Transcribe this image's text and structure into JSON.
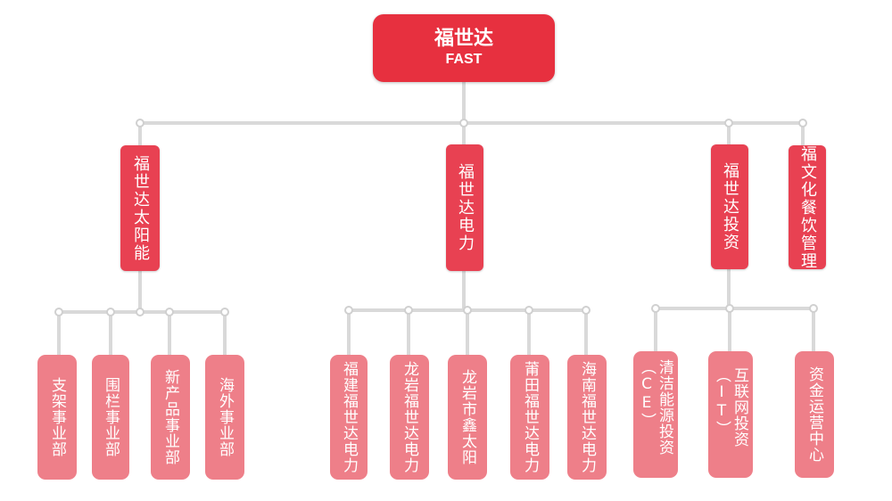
{
  "root": {
    "title": "福世达",
    "subtitle": "FAST"
  },
  "level1": [
    {
      "label": "福世达太阳能"
    },
    {
      "label": "福世达电力"
    },
    {
      "label": "福世达投资"
    },
    {
      "label": "福文化餐饮管理"
    }
  ],
  "level2": [
    {
      "label": "支架事业部"
    },
    {
      "label": "围栏事业部"
    },
    {
      "label": "新产品事业部"
    },
    {
      "label": "海外事业部"
    },
    {
      "label": "福建福世达电力"
    },
    {
      "label": "龙岩福世达电力"
    },
    {
      "label": "龙岩市鑫太阳"
    },
    {
      "label": "莆田福世达电力"
    },
    {
      "label": "海南福世达电力"
    },
    {
      "label": "清洁能源投资（CE）"
    },
    {
      "label": "互联网投资（IT）"
    },
    {
      "label": "资金运营中心"
    }
  ],
  "colors": {
    "root": "#e7303f",
    "level1": "#e84152",
    "level2": "#ee7f89",
    "connector": "#d9d9d9"
  }
}
